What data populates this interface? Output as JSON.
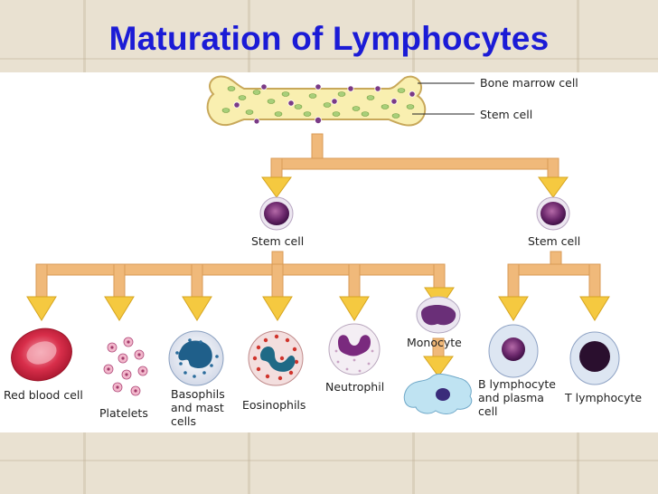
{
  "title": "Maturation of Lymphocytes",
  "labels": {
    "bone_marrow_cell": "Bone marrow cell",
    "stem_cell_top": "Stem cell",
    "stem_cell_left": "Stem cell",
    "stem_cell_right": "Stem cell",
    "red_blood_cell": "Red blood cell",
    "platelets": "Platelets",
    "basophils_line1": "Basophils",
    "basophils_line2": "and mast",
    "basophils_line3": "cells",
    "eosinophils": "Eosinophils",
    "neutrophil": "Neutrophil",
    "monocyte": "Monocyte",
    "b_lymphocyte_line1": "B lymphocyte",
    "b_lymphocyte_line2": "and plasma",
    "b_lymphocyte_line3": "cell",
    "t_lymphocyte": "T lymphocyte"
  },
  "colors": {
    "title": "#1b1bd6",
    "arrow_fill": "#f5c940",
    "arrow_stroke": "#d6a520",
    "connector": "#f0b97a",
    "bone_fill": "#f9efb0"
  }
}
